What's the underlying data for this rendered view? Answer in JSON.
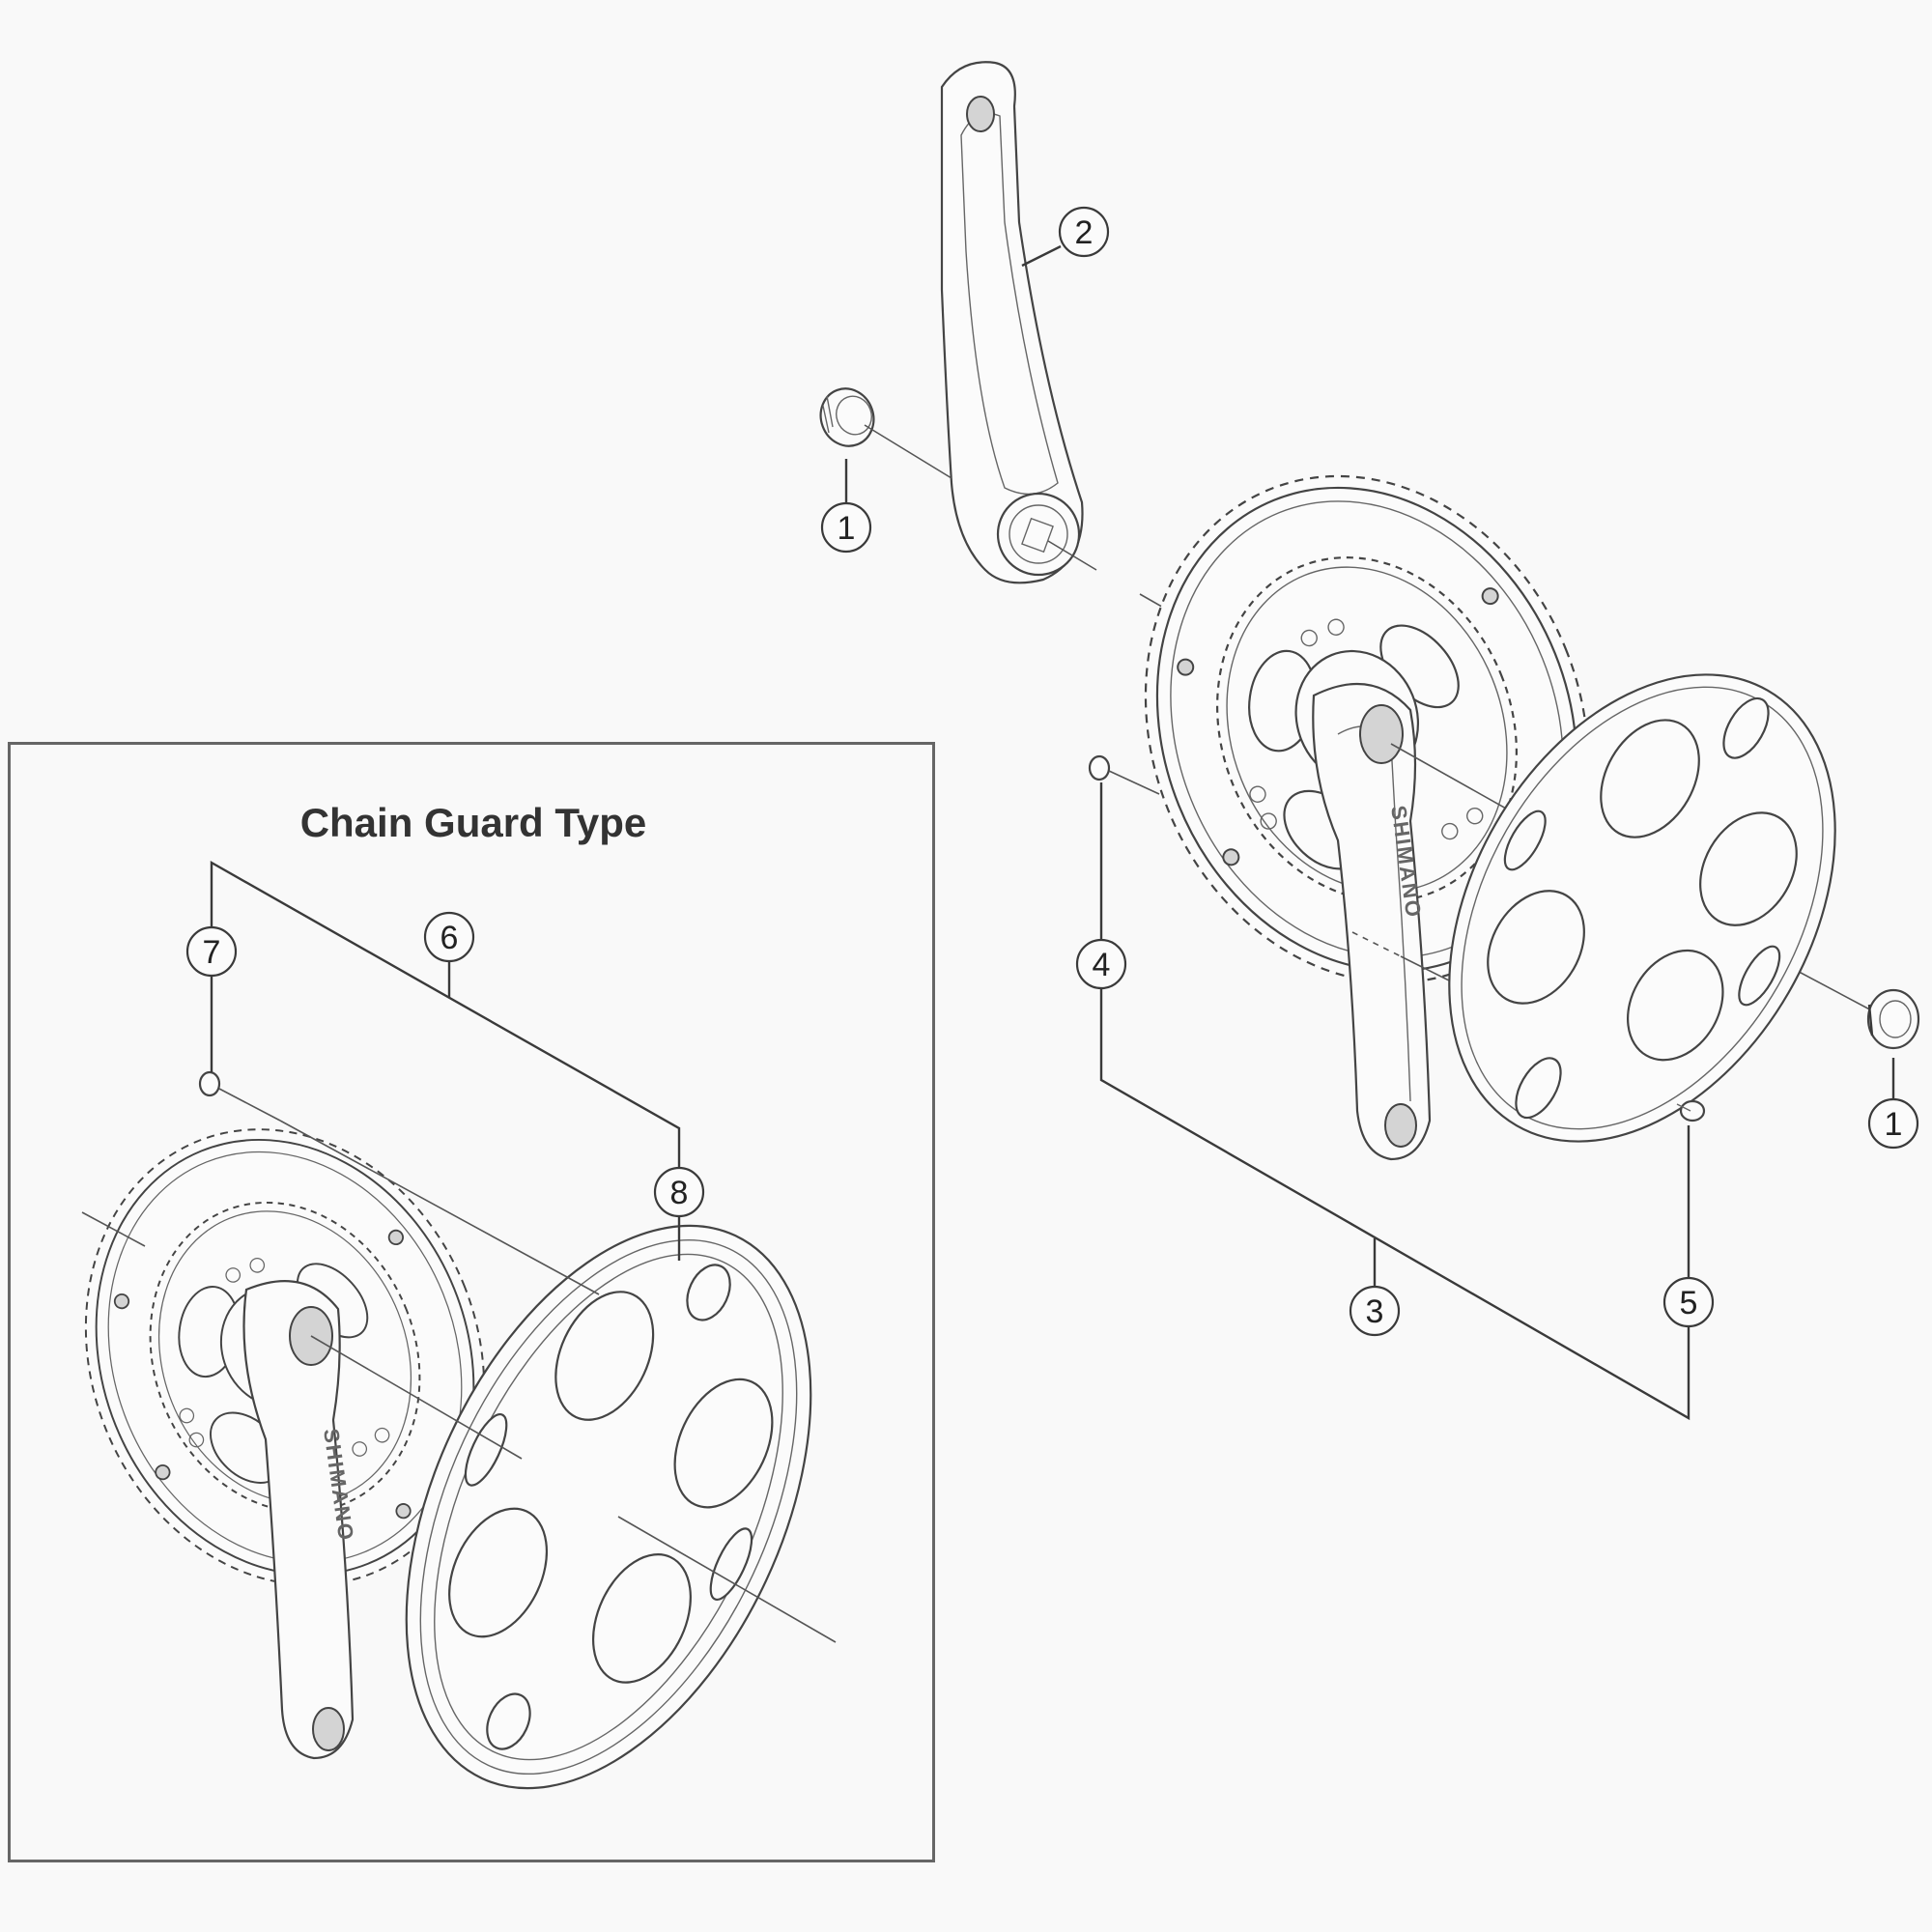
{
  "diagram": {
    "type": "exploded-parts-diagram",
    "subject": "bicycle front crankset",
    "background": "#f9f9f9",
    "line_color": "#3a3a3a"
  },
  "inset": {
    "title": "Chain Guard Type"
  },
  "callouts": [
    {
      "id": "c1a",
      "label": "1",
      "part": "crank fixing bolt/cap (left)"
    },
    {
      "id": "c2",
      "label": "2",
      "part": "left hand crank arm"
    },
    {
      "id": "c1b",
      "label": "1",
      "part": "crank fixing bolt/cap (right)"
    },
    {
      "id": "c4",
      "label": "4",
      "part": "chainring bolt"
    },
    {
      "id": "c3",
      "label": "3",
      "part": "right hand crank arm assembly"
    },
    {
      "id": "c5",
      "label": "5",
      "part": "chain guard fixing bolt"
    },
    {
      "id": "c7",
      "label": "7",
      "part": "chainring bolt (chain guard type)"
    },
    {
      "id": "c6",
      "label": "6",
      "part": "right hand crank assembly (chain guard type)"
    },
    {
      "id": "c8",
      "label": "8",
      "part": "chain guard"
    }
  ],
  "brand_marks": {
    "main_crank": "SHIMANO",
    "inset_crank": "SHIMANO"
  }
}
